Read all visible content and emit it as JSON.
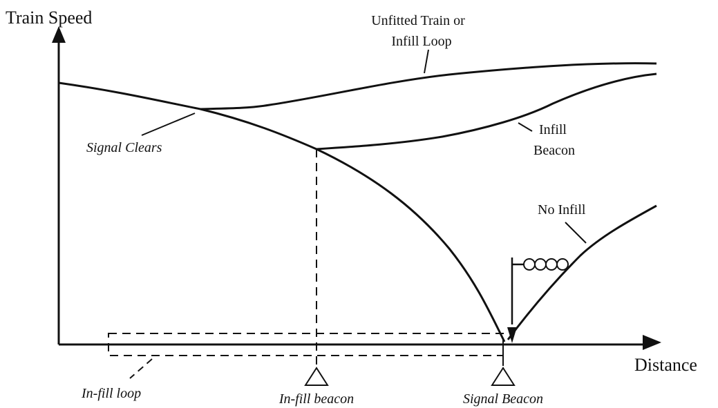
{
  "axes": {
    "y_label": "Train Speed",
    "x_label": "Distance"
  },
  "curves": {
    "unfitted_line1": "Unfitted Train or",
    "unfitted_line2": "Infill Loop",
    "infill_beacon_line1": "Infill",
    "infill_beacon_line2": "Beacon",
    "no_infill": "No Infill"
  },
  "annotations": {
    "signal_clears": "Signal Clears",
    "in_fill_loop": "In-fill loop",
    "in_fill_beacon": "In-fill beacon",
    "signal_beacon": "Signal Beacon"
  },
  "colors": {
    "ink": "#111111",
    "background": "#ffffff"
  }
}
